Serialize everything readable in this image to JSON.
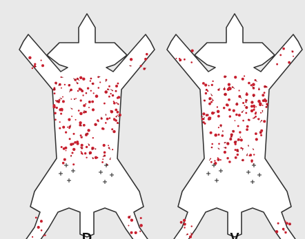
{
  "views": [
    {
      "id": "dorsal",
      "label": "D"
    },
    {
      "id": "ventral",
      "label": "V"
    }
  ],
  "colors": {
    "background": "#e9e9e9",
    "body_fill": "#ffffff",
    "outline": "#333333",
    "lesion_marks": "#c8202f",
    "reference_marks": "#222222"
  }
}
